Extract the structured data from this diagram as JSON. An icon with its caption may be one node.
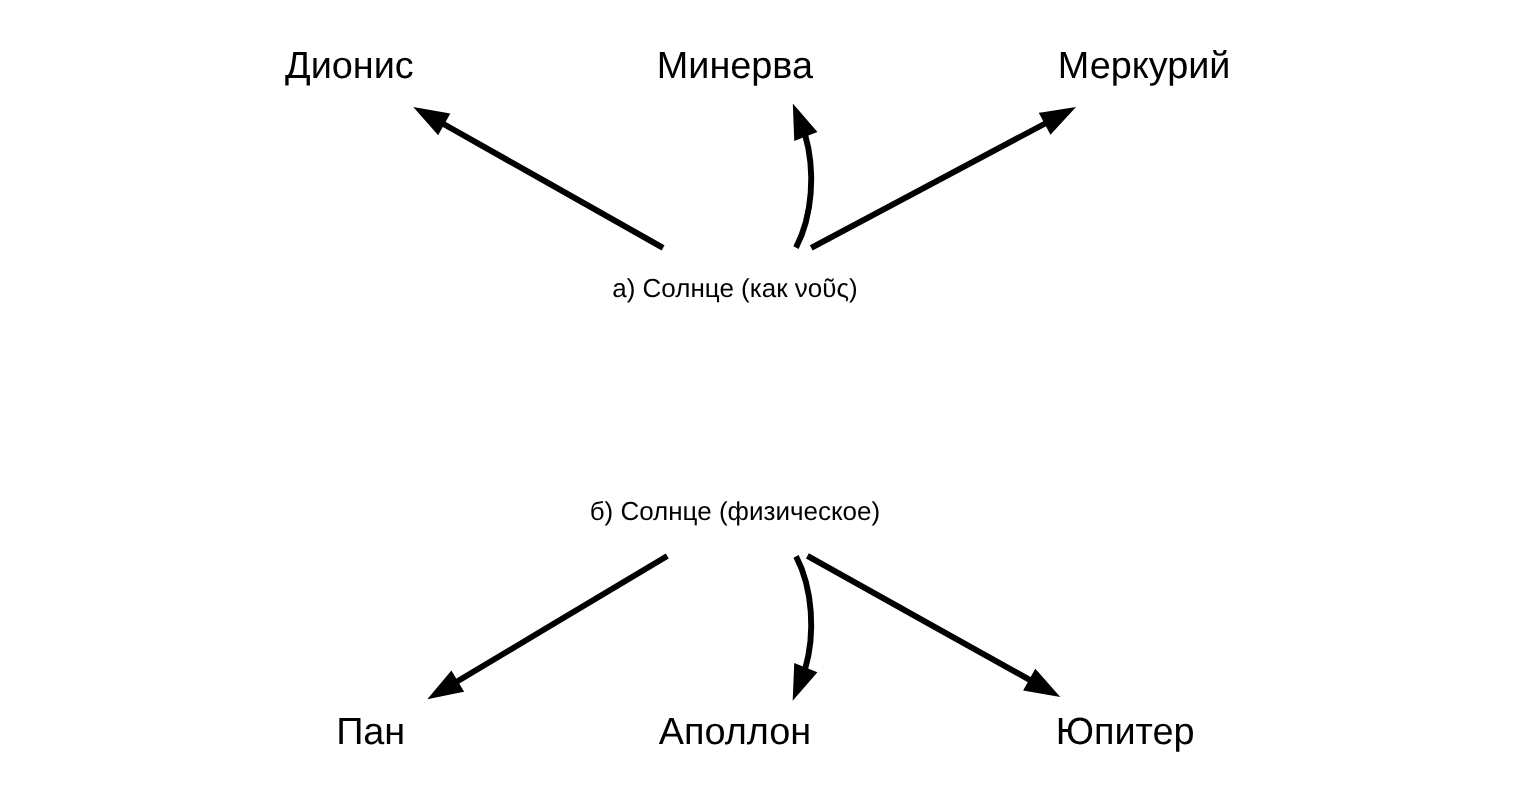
{
  "diagram": {
    "nodes": [
      {
        "text": [
          "Дионис"
        ]
      },
      {
        "text": [
          "Минерва"
        ]
      },
      {
        "text": [
          "Меркурий"
        ]
      },
      {
        "text": [
          "а) Солнце (как νοῦς)"
        ]
      },
      {
        "text": [
          "б) Солнце (физическое)"
        ]
      },
      {
        "text": [
          "Пан"
        ]
      },
      {
        "text": [
          "Аполлон"
        ]
      },
      {
        "text": [
          "Юпитер"
        ]
      }
    ],
    "edges": [
      {
        "from": 3,
        "to": 0,
        "arrow": "to"
      },
      {
        "from": 3,
        "to": 1,
        "arrow": "to"
      },
      {
        "from": 3,
        "to": 2,
        "arrow": "to"
      },
      {
        "from": 4,
        "to": 5,
        "arrow": "to"
      },
      {
        "from": 4,
        "to": 6,
        "arrow": "to"
      },
      {
        "from": 4,
        "to": 7,
        "arrow": "to"
      }
    ]
  }
}
